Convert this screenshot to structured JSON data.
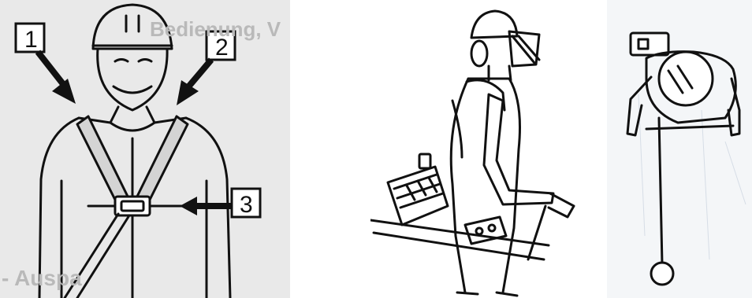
{
  "figure_left": {
    "callouts": [
      {
        "label": "1"
      },
      {
        "label": "2"
      },
      {
        "label": "3"
      }
    ],
    "background_text": [
      "Bedienung, V",
      "- Auspa"
    ]
  },
  "colors": {
    "line": "#111111",
    "left_background": "#e9e9e9",
    "watermark": "#b9b9b9"
  }
}
